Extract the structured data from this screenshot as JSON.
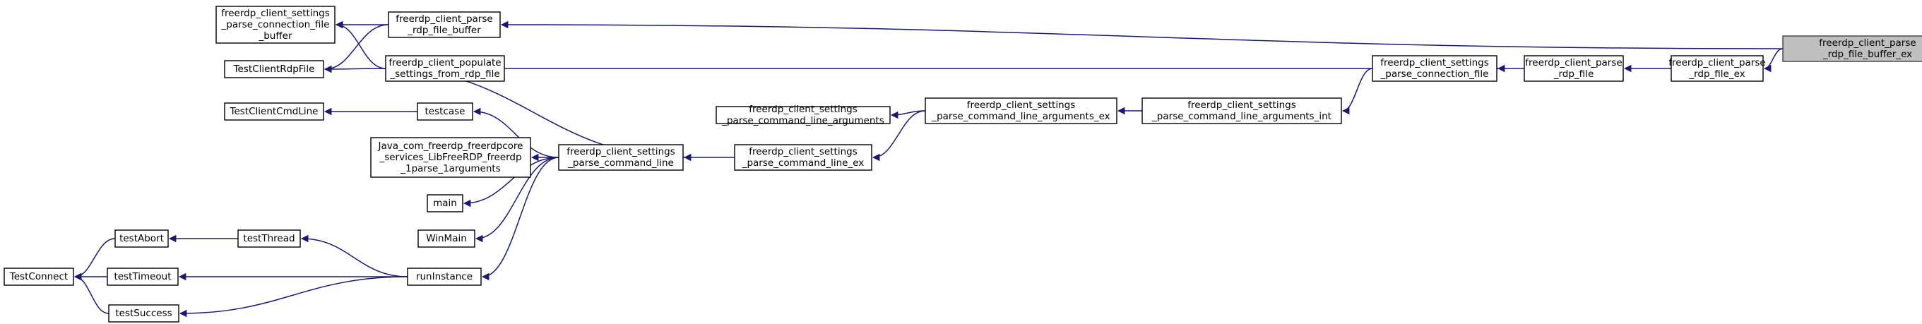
{
  "graph": {
    "edge_color": "#191970",
    "root_fill": "#bfbfbf",
    "nodes": [
      {
        "id": "root",
        "lines": [
          "freerdp_client_parse",
          "_rdp_file_buffer_ex"
        ],
        "root": true
      },
      {
        "id": "parse_buffer",
        "lines": [
          "freerdp_client_parse",
          "_rdp_file_buffer"
        ]
      },
      {
        "id": "parse_ex",
        "lines": [
          "freerdp_client_parse",
          "_rdp_file_ex"
        ]
      },
      {
        "id": "conn_file_buffer",
        "lines": [
          "freerdp_client_settings",
          "_parse_connection_file",
          "_buffer"
        ]
      },
      {
        "id": "populate",
        "lines": [
          "freerdp_client_populate",
          "_settings_from_rdp_file"
        ]
      },
      {
        "id": "parse_rdp",
        "lines": [
          "freerdp_client_parse",
          "_rdp_file"
        ]
      },
      {
        "id": "rdpfile_test",
        "lines": [
          "TestClientRdpFile"
        ]
      },
      {
        "id": "conn_file",
        "lines": [
          "freerdp_client_settings",
          "_parse_connection_file"
        ]
      },
      {
        "id": "args_int",
        "lines": [
          "freerdp_client_settings",
          "_parse_command_line_arguments_int"
        ]
      },
      {
        "id": "args_ex",
        "lines": [
          "freerdp_client_settings",
          "_parse_command_line_arguments_ex"
        ]
      },
      {
        "id": "args",
        "lines": [
          "freerdp_client_settings",
          "_parse_command_line_arguments"
        ]
      },
      {
        "id": "cmdline_ex",
        "lines": [
          "freerdp_client_settings",
          "_parse_command_line_ex"
        ]
      },
      {
        "id": "cmdline",
        "lines": [
          "freerdp_client_settings",
          "_parse_command_line"
        ]
      },
      {
        "id": "testcase",
        "lines": [
          "testcase"
        ]
      },
      {
        "id": "java",
        "lines": [
          "Java_com_freerdp_freerdpcore",
          "_services_LibFreeRDP_freerdp",
          "_1parse_1arguments"
        ]
      },
      {
        "id": "main",
        "lines": [
          "main"
        ]
      },
      {
        "id": "winmain",
        "lines": [
          "WinMain"
        ]
      },
      {
        "id": "runinstance",
        "lines": [
          "runInstance"
        ]
      },
      {
        "id": "cmdline_test",
        "lines": [
          "TestClientCmdLine"
        ]
      },
      {
        "id": "testthread",
        "lines": [
          "testThread"
        ]
      },
      {
        "id": "testabort",
        "lines": [
          "testAbort"
        ]
      },
      {
        "id": "testtimeout",
        "lines": [
          "testTimeout"
        ]
      },
      {
        "id": "testsuccess",
        "lines": [
          "testSuccess"
        ]
      },
      {
        "id": "testconnect",
        "lines": [
          "TestConnect"
        ]
      }
    ],
    "edges": [
      {
        "from": "parse_buffer",
        "to": "root"
      },
      {
        "from": "parse_ex",
        "to": "root"
      },
      {
        "from": "conn_file_buffer",
        "to": "parse_buffer"
      },
      {
        "from": "rdpfile_test",
        "to": "parse_buffer"
      },
      {
        "from": "parse_rdp",
        "to": "parse_ex"
      },
      {
        "from": "conn_file",
        "to": "parse_rdp"
      },
      {
        "from": "conn_file",
        "to": "populate"
      },
      {
        "from": "conn_file_buffer",
        "to": "populate"
      },
      {
        "from": "rdpfile_test",
        "to": "populate"
      },
      {
        "from": "args_int",
        "to": "conn_file"
      },
      {
        "from": "args_ex",
        "to": "args_int"
      },
      {
        "from": "args",
        "to": "args_ex"
      },
      {
        "from": "cmdline_ex",
        "to": "args_ex"
      },
      {
        "from": "cmdline",
        "to": "cmdline_ex"
      },
      {
        "from": "cmdline",
        "to": "populate"
      },
      {
        "from": "testcase",
        "to": "cmdline"
      },
      {
        "from": "java",
        "to": "cmdline"
      },
      {
        "from": "main",
        "to": "cmdline"
      },
      {
        "from": "winmain",
        "to": "cmdline"
      },
      {
        "from": "runinstance",
        "to": "cmdline"
      },
      {
        "from": "cmdline_test",
        "to": "testcase"
      },
      {
        "from": "testthread",
        "to": "runinstance"
      },
      {
        "from": "testtimeout",
        "to": "runinstance"
      },
      {
        "from": "testsuccess",
        "to": "runinstance"
      },
      {
        "from": "testabort",
        "to": "testthread"
      },
      {
        "from": "testconnect",
        "to": "testabort"
      },
      {
        "from": "testconnect",
        "to": "testtimeout"
      },
      {
        "from": "testconnect",
        "to": "testsuccess"
      }
    ]
  }
}
